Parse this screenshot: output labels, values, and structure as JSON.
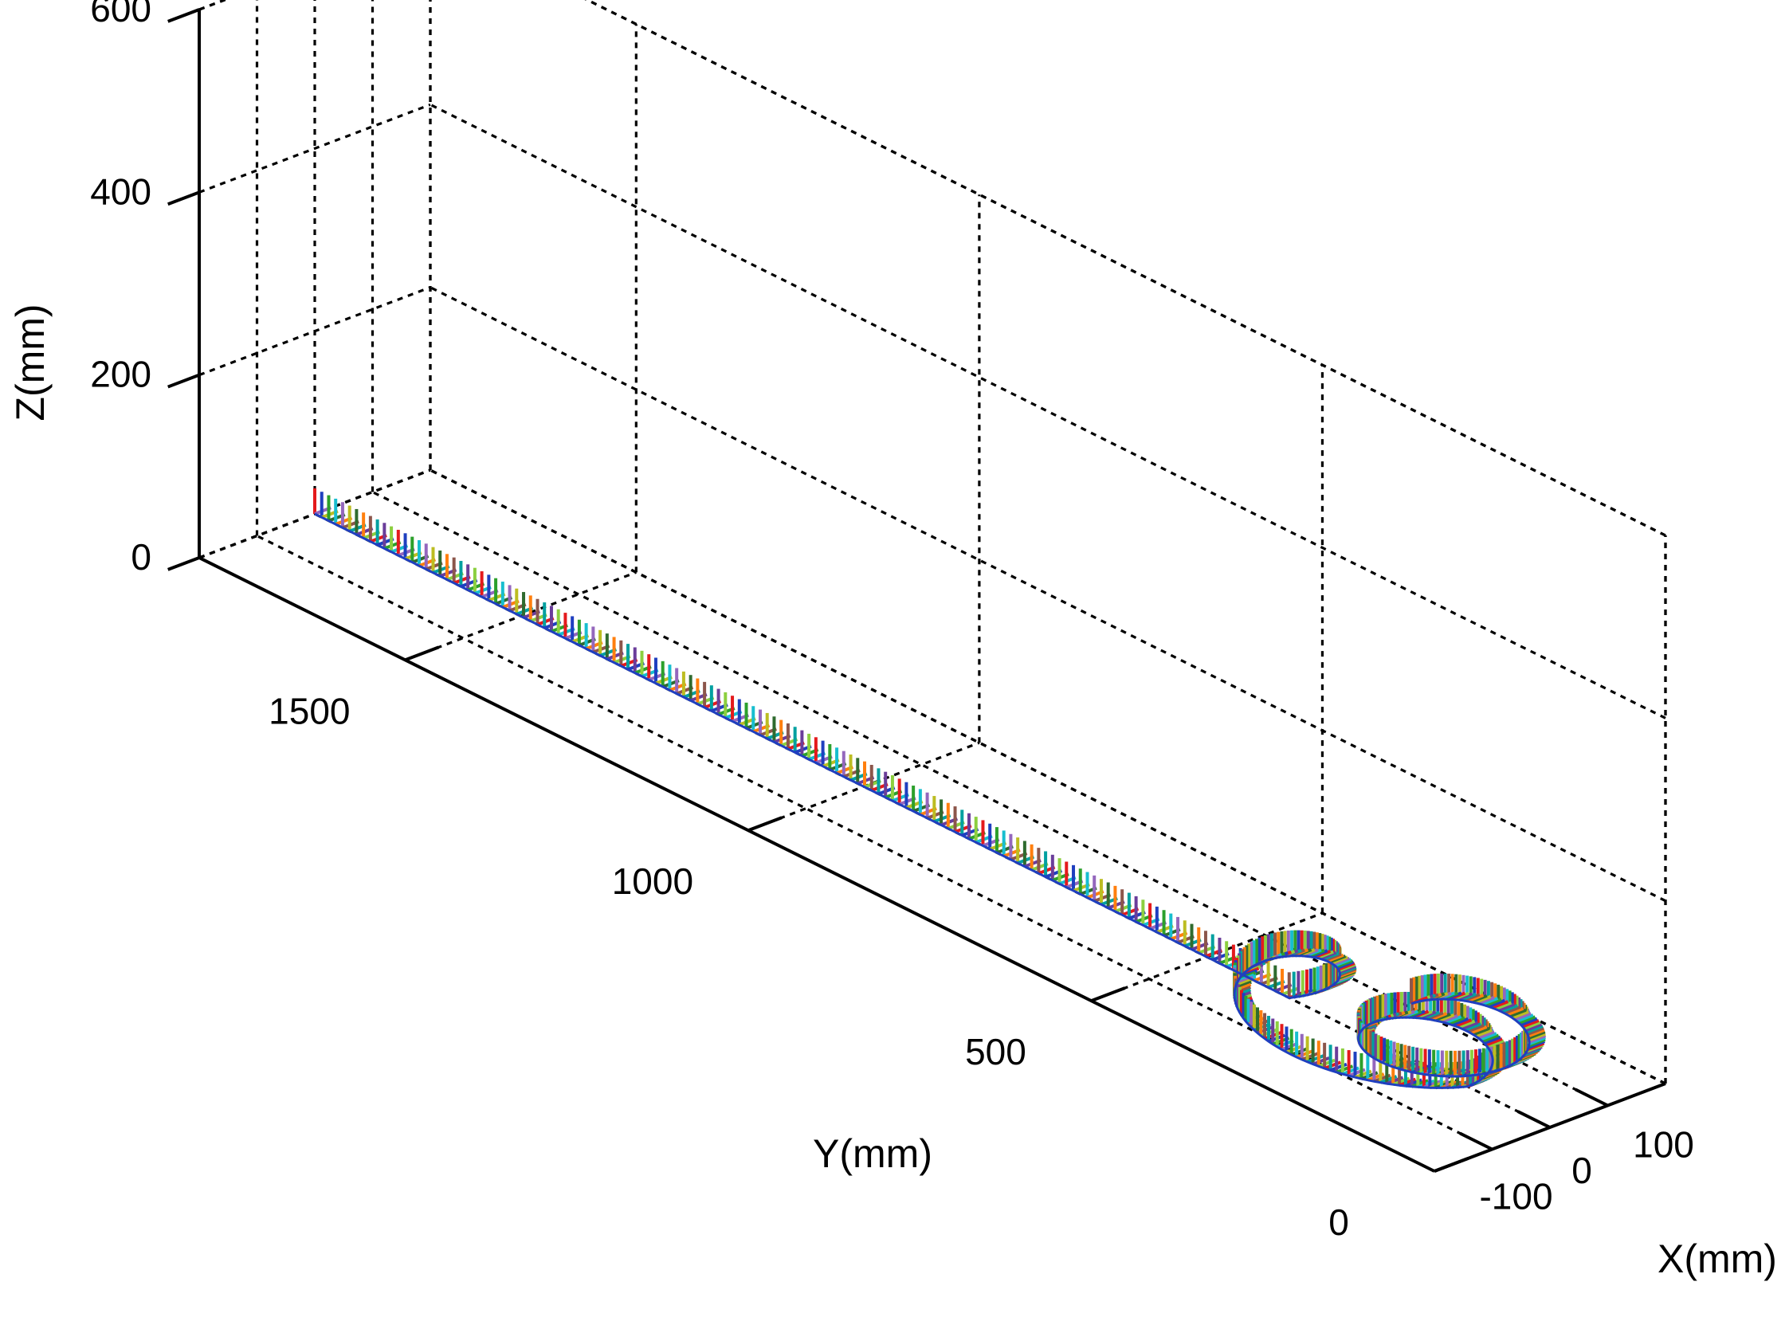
{
  "chart_data": {
    "type": "line",
    "projection": "3d-perspective",
    "title": "",
    "xlabel": "X(mm)",
    "ylabel": "Y(mm)",
    "zlabel": "Z(mm)",
    "xlim": [
      -200,
      200
    ],
    "ylim": [
      0,
      1800
    ],
    "zlim": [
      0,
      600
    ],
    "x_ticks": [
      -100,
      0,
      100
    ],
    "x_tick_labels": [
      "-100",
      "0",
      "100"
    ],
    "y_ticks": [
      0,
      500,
      1000,
      1500
    ],
    "y_tick_labels": [
      "0",
      "500",
      "1000",
      "1500"
    ],
    "z_ticks": [
      0,
      200,
      400,
      600
    ],
    "z_tick_labels": [
      "0",
      "200",
      "400",
      "600"
    ],
    "grid": true,
    "grid_style": "dotted",
    "series": [
      {
        "path_segments": [
          {
            "shape": "line",
            "from": {
              "x": 0,
              "y": 1800,
              "z": 0
            },
            "to": {
              "x": 0,
              "y": 380,
              "z": 0
            }
          },
          {
            "shape": "helix",
            "center_x": 0,
            "y_start": 380,
            "y_end": 120,
            "radius": 110,
            "turns": 1.0,
            "z_start": 0,
            "z_end": 0
          },
          {
            "shape": "helix",
            "center_x": 0,
            "y_start": 120,
            "y_end": 40,
            "radius": 90,
            "turns": 1.5,
            "z_start": 0,
            "z_end": 60
          }
        ]
      }
    ],
    "frame_colors": [
      "#e41a1c",
      "#1f3fbf",
      "#2ca02c",
      "#17becf",
      "#9467bd",
      "#bcbd22",
      "#2f6b2f",
      "#ff7f0e",
      "#8c564b",
      "#00a0a0",
      "#6a3d9a",
      "#8ccf3f"
    ]
  }
}
